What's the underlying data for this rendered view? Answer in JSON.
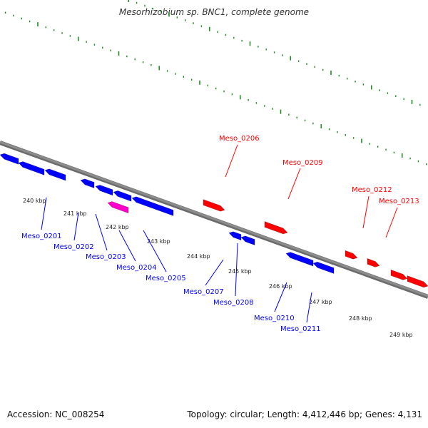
{
  "title": "Mesorhizobium sp. BNC1, complete genome",
  "footer": {
    "accession": "Accession: NC_008254",
    "summary": "Topology: circular; Length: 4,412,446 bp; Genes: 4,131"
  },
  "colors": {
    "backbone": "#8c8c8c",
    "forward": "#ff0000",
    "reverse": "#0000ff",
    "highlight": "#ff00cc",
    "tick": "#228b22"
  },
  "scale": [
    {
      "label": "240 kbp"
    },
    {
      "label": "241 kbp"
    },
    {
      "label": "242 kbp"
    },
    {
      "label": "243 kbp"
    },
    {
      "label": "244 kbp"
    },
    {
      "label": "245 kbp"
    },
    {
      "label": "246 kbp"
    },
    {
      "label": "247 kbp"
    },
    {
      "label": "248 kbp"
    },
    {
      "label": "249 kbp"
    }
  ],
  "genes": [
    {
      "label": "Meso_0201",
      "strand": "reverse"
    },
    {
      "label": "Meso_0202",
      "strand": "reverse"
    },
    {
      "label": "Meso_0203",
      "strand": "reverse"
    },
    {
      "label": "Meso_0204",
      "strand": "reverse"
    },
    {
      "label": "Meso_0205",
      "strand": "reverse"
    },
    {
      "label": "Meso_0206",
      "strand": "forward"
    },
    {
      "label": "Meso_0207",
      "strand": "reverse"
    },
    {
      "label": "Meso_0208",
      "strand": "reverse"
    },
    {
      "label": "Meso_0209",
      "strand": "forward"
    },
    {
      "label": "Meso_0210",
      "strand": "reverse"
    },
    {
      "label": "Meso_0211",
      "strand": "reverse"
    },
    {
      "label": "Meso_0212",
      "strand": "forward"
    },
    {
      "label": "Meso_0213",
      "strand": "forward"
    }
  ]
}
